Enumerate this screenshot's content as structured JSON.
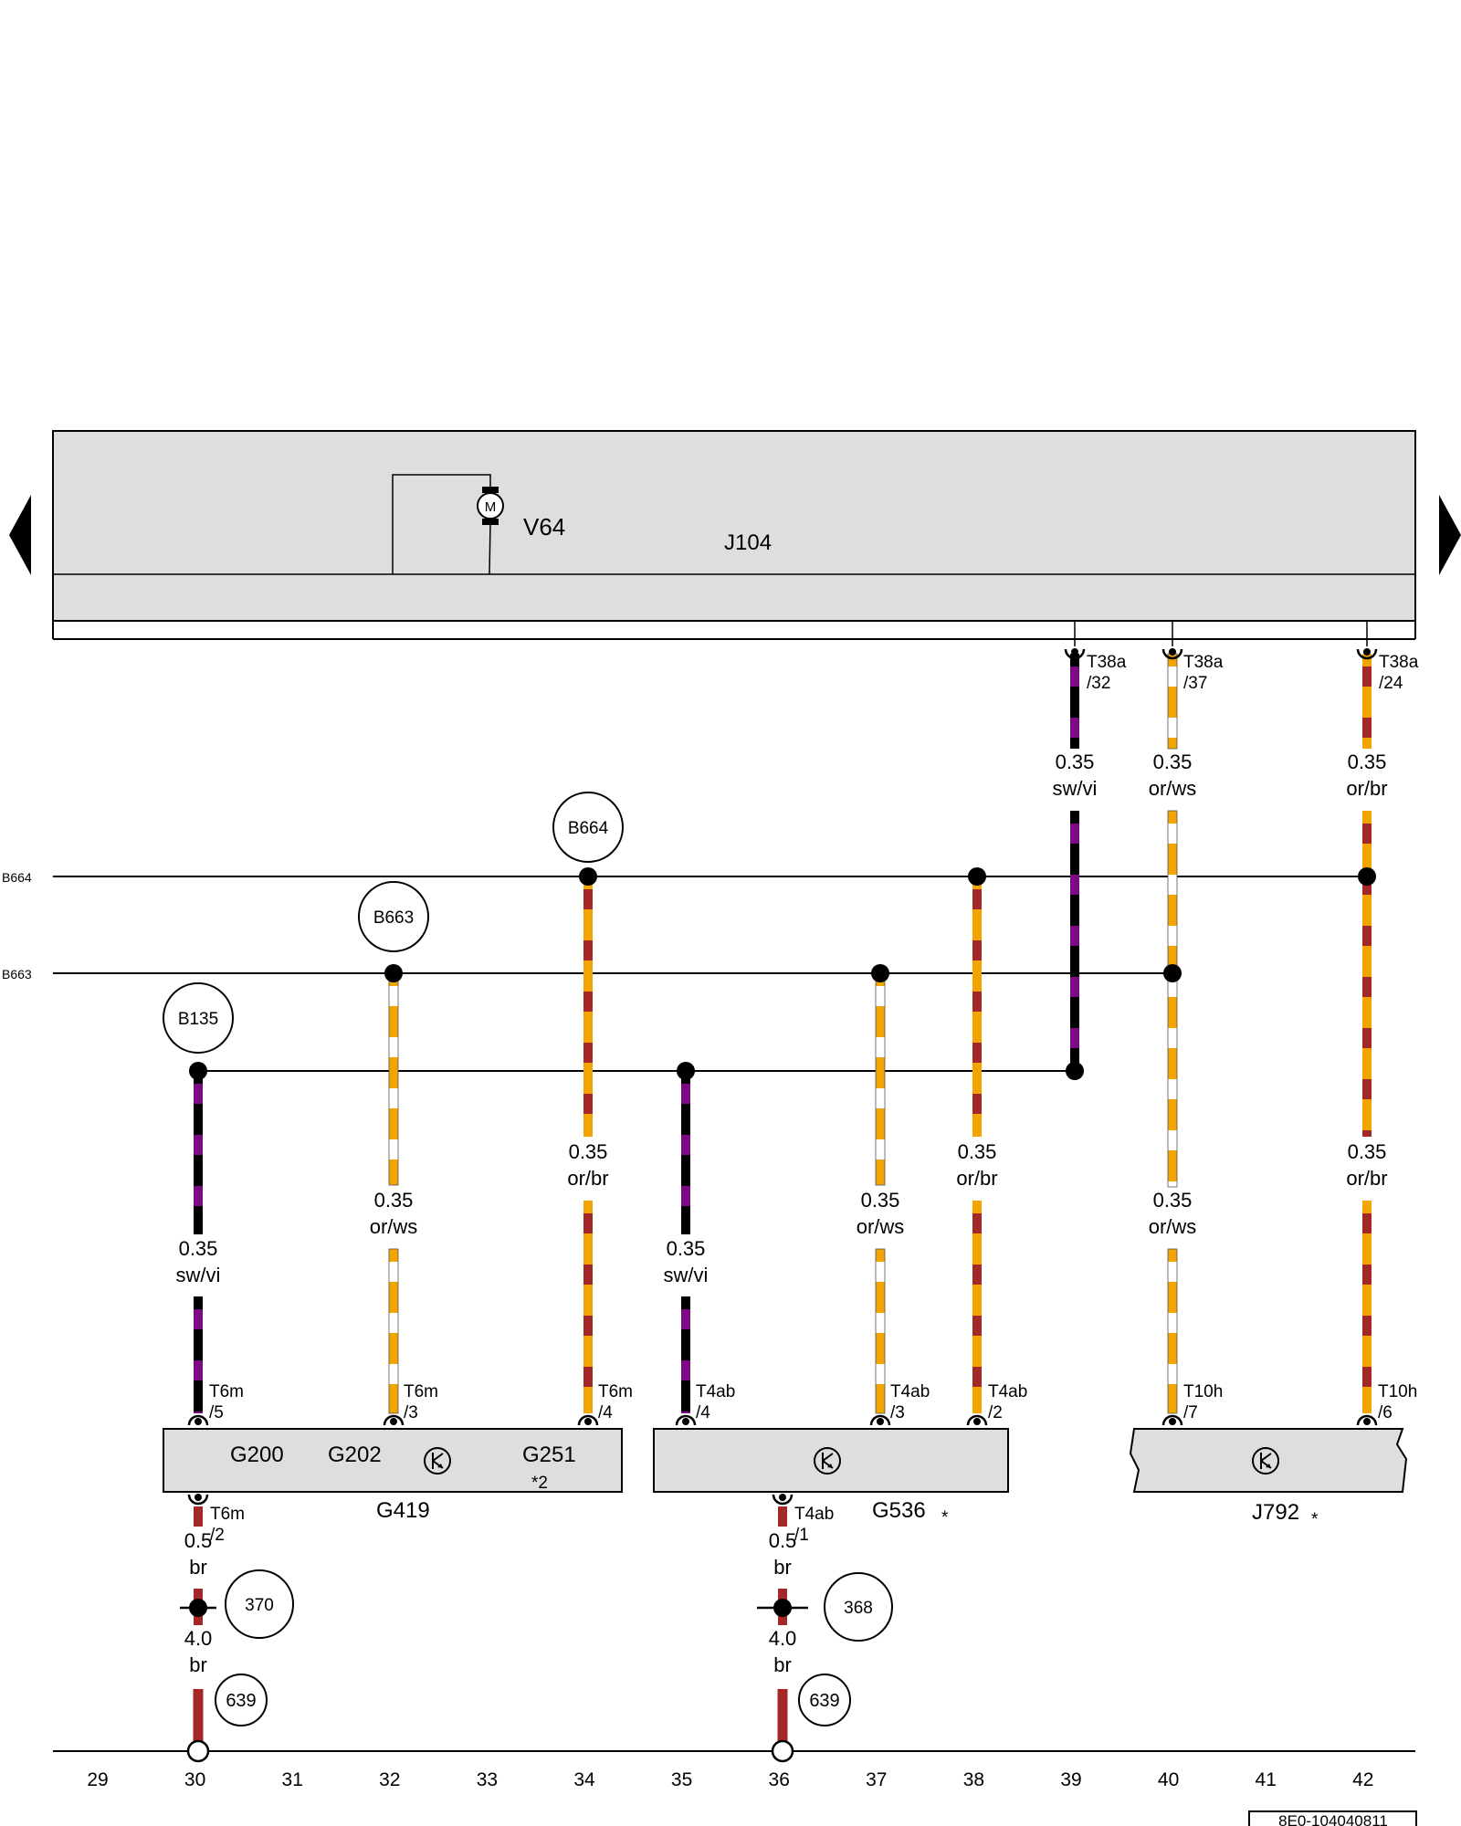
{
  "diagram": {
    "housing_label": "J104",
    "motor_label": "V64",
    "motor_glyph": "M",
    "bus_labels": {
      "b664": "B664",
      "b663": "B663"
    },
    "bubbles": [
      {
        "id": "b664",
        "text": "B664"
      },
      {
        "id": "b663",
        "text": "B663"
      },
      {
        "id": "b135",
        "text": "B135"
      },
      {
        "id": "g370",
        "text": "370"
      },
      {
        "id": "g368",
        "text": "368"
      },
      {
        "id": "g639a",
        "text": "639"
      },
      {
        "id": "g639b",
        "text": "639"
      }
    ],
    "top_pins": [
      {
        "id": "t32",
        "conn": "T38a",
        "pin": "/32"
      },
      {
        "id": "t37",
        "conn": "T38a",
        "pin": "/37"
      },
      {
        "id": "t24",
        "conn": "T38a",
        "pin": "/24"
      }
    ],
    "wire_labels": [
      {
        "id": "w39a",
        "size": "0.35",
        "color": "sw/vi"
      },
      {
        "id": "w40a",
        "size": "0.35",
        "color": "or/ws"
      },
      {
        "id": "w42a",
        "size": "0.35",
        "color": "or/br"
      },
      {
        "id": "w30",
        "size": "0.35",
        "color": "sw/vi"
      },
      {
        "id": "w32",
        "size": "0.35",
        "color": "or/ws"
      },
      {
        "id": "w34",
        "size": "0.35",
        "color": "or/br"
      },
      {
        "id": "w35",
        "size": "0.35",
        "color": "sw/vi"
      },
      {
        "id": "w37",
        "size": "0.35",
        "color": "or/ws"
      },
      {
        "id": "w38",
        "size": "0.35",
        "color": "or/br"
      },
      {
        "id": "w40b",
        "size": "0.35",
        "color": "or/ws"
      },
      {
        "id": "w42b",
        "size": "0.35",
        "color": "or/br"
      },
      {
        "id": "g30a",
        "size": "0.5",
        "color": "br"
      },
      {
        "id": "g30b",
        "size": "4.0",
        "color": "br"
      },
      {
        "id": "g36a",
        "size": "0.5",
        "color": "br"
      },
      {
        "id": "g36b",
        "size": "4.0",
        "color": "br"
      }
    ],
    "bottom_pins": [
      {
        "id": "p30",
        "conn": "T6m",
        "pin": "/5"
      },
      {
        "id": "p32",
        "conn": "T6m",
        "pin": "/3"
      },
      {
        "id": "p34",
        "conn": "T6m",
        "pin": "/4"
      },
      {
        "id": "p35",
        "conn": "T4ab",
        "pin": "/4"
      },
      {
        "id": "p37",
        "conn": "T4ab",
        "pin": "/3"
      },
      {
        "id": "p38",
        "conn": "T4ab",
        "pin": "/2"
      },
      {
        "id": "p40",
        "conn": "T10h",
        "pin": "/7"
      },
      {
        "id": "p42",
        "conn": "T10h",
        "pin": "/6"
      },
      {
        "id": "g30",
        "conn": "T6m",
        "pin": "/2"
      },
      {
        "id": "g36",
        "conn": "T4ab",
        "pin": "/1"
      }
    ],
    "components": {
      "sensor_box_1": {
        "g200": "G200",
        "g202": "G202",
        "g251": "G251",
        "note": "*2",
        "label": "G419"
      },
      "sensor_box_2": {
        "label": "G536",
        "note": "*"
      },
      "module_box": {
        "label": "J792",
        "note": "*"
      }
    },
    "columns": [
      "29",
      "30",
      "31",
      "32",
      "33",
      "34",
      "35",
      "36",
      "37",
      "38",
      "39",
      "40",
      "41",
      "42"
    ],
    "page_ref": "8E0-104040811",
    "wire_colors": {
      "black": "#000000",
      "violet": "#7b0a84",
      "orange": "#f2a400",
      "white": "#ffffff",
      "brown": "#a52828",
      "housing": "#dedede"
    }
  }
}
